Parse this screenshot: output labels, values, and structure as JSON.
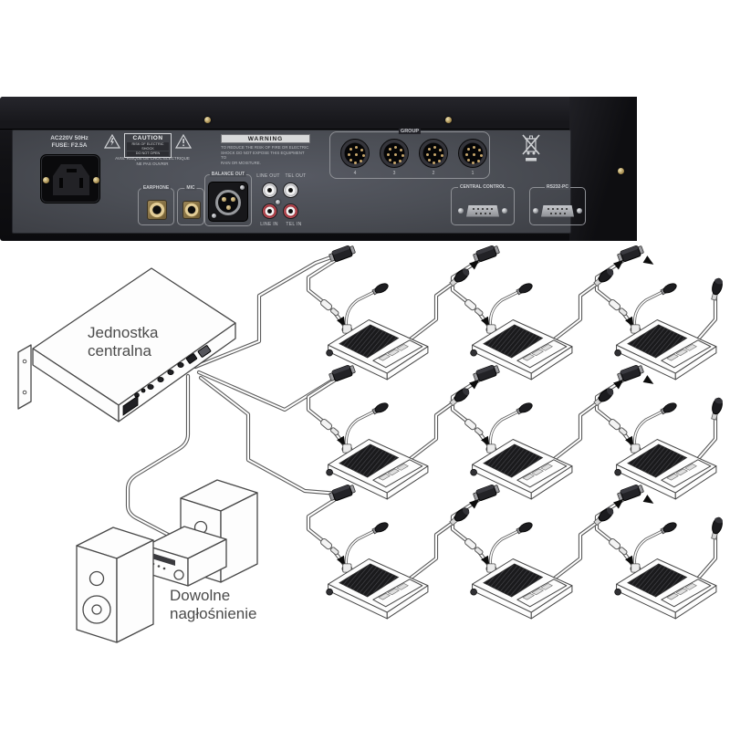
{
  "rear_panel": {
    "power": {
      "line1": "AC220V 50Hz",
      "line2": "FUSE: F2.5A"
    },
    "caution": {
      "title": "CAUTION",
      "sub1": "RISK OF ELECTRIC SHOCK",
      "sub2": "DO NOT OPEN",
      "avis1": "AVIS: RISQUE DE CHOC ELECTRIQUE",
      "avis2": "NE PAS OUVRIR"
    },
    "warning": {
      "title": "WARNING",
      "line1": "TO REDUCE THE RISK OF FIRE OR ELECTRIC",
      "line2": "SHOCK DO NOT EXPOSE THIS EQUIPMENT TO",
      "line3": "RAIN OR MOISTURE."
    },
    "jacks": {
      "earphone": "EARPHONE",
      "mic": "MIC",
      "balance_out": "BALANCE OUT",
      "line_out": "LINE OUT",
      "tel_out": "TEL OUT",
      "line_in": "LINE IN",
      "tel_in": "TEL IN"
    },
    "group": {
      "label": "GROUP",
      "numbers": [
        "4",
        "3",
        "2",
        "1"
      ]
    },
    "ports": {
      "central_control": "CENTRAL CONTROL",
      "rs232": "RS232-PC"
    }
  },
  "diagram": {
    "central_unit": {
      "label_line1": "Jednostka",
      "label_line2": "centralna"
    },
    "speakers": {
      "label_line1": "Dowolne",
      "label_line2": "nagłośnienie"
    },
    "mic_unit_count": 9
  },
  "colors": {
    "panel_grey": "#4b4e55",
    "chassis_black": "#101013",
    "rca_red": "#c2515a",
    "jack_gold": "#c9a76b",
    "diagram_line": "#5c5c5c",
    "label_light": "#c6c8cc"
  }
}
